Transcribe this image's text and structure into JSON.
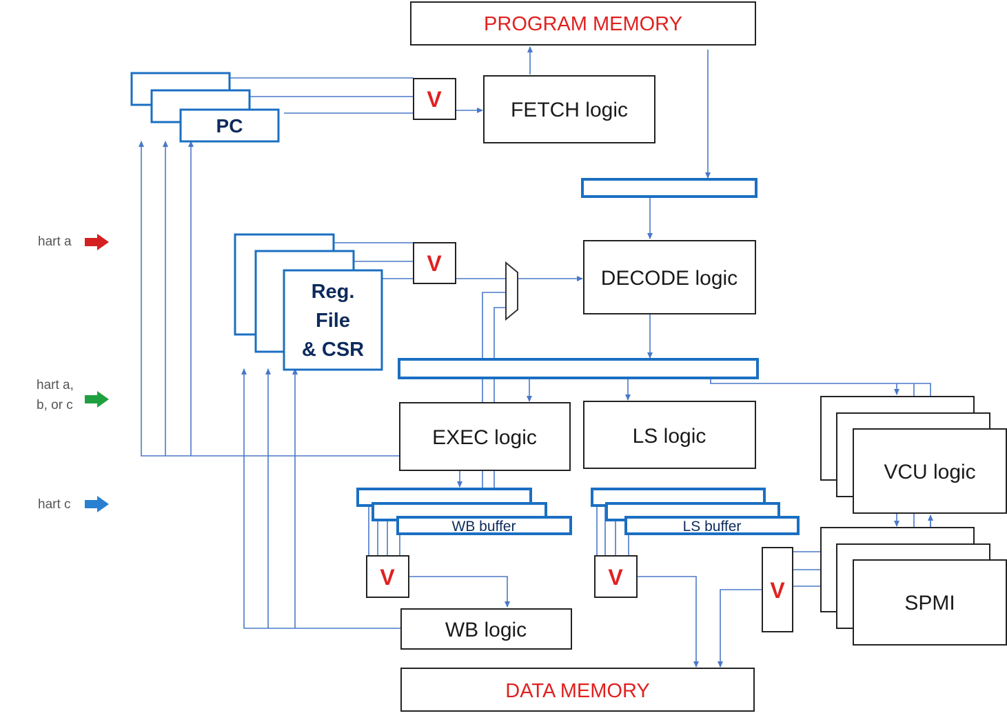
{
  "labels": {
    "program_memory": "PROGRAM MEMORY",
    "data_memory": "DATA MEMORY",
    "fetch": "FETCH logic",
    "decode": "DECODE logic",
    "exec": "EXEC logic",
    "ls": "LS logic",
    "wb": "WB logic",
    "vcu": "VCU logic",
    "spmi": "SPMI",
    "pc": "PC",
    "regfile_line1": "Reg.",
    "regfile_line2": "File",
    "regfile_line3": "& CSR",
    "wb_buffer": "WB buffer",
    "ls_buffer": "LS buffer",
    "voter": "V"
  },
  "legend": [
    {
      "label_lines": [
        "hart a"
      ],
      "color": "#d42020"
    },
    {
      "label_lines": [
        "hart a,",
        "b, or c"
      ],
      "color": "#1fa040"
    },
    {
      "label_lines": [
        "hart c"
      ],
      "color": "#2a80d0"
    }
  ],
  "colors": {
    "wire": "#4a78c8",
    "hart_block": "#1a6fc2",
    "memory_text": "#e02020",
    "voter_text": "#e02020"
  }
}
